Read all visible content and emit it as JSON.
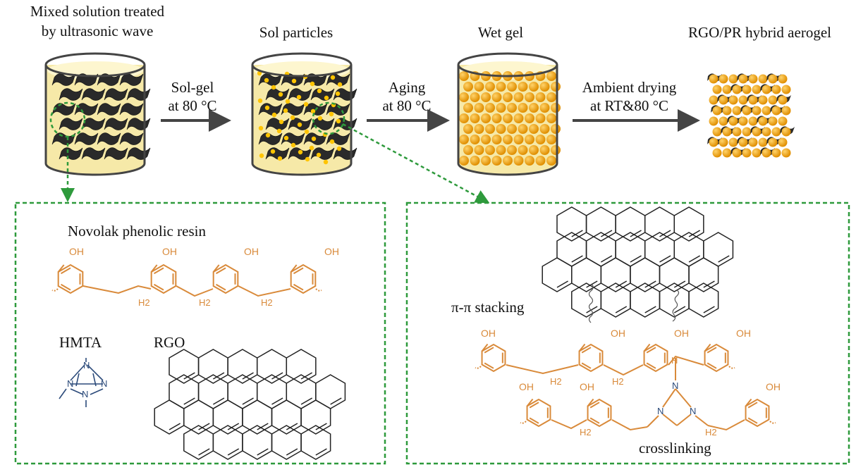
{
  "stages": {
    "stage1": {
      "line1": "Mixed solution treated",
      "line2": "by ultrasonic wave"
    },
    "stage2": {
      "label": "Sol particles"
    },
    "stage3": {
      "label": "Wet gel"
    },
    "stage4": {
      "label": "RGO/PR hybrid aerogel"
    }
  },
  "steps": {
    "step1": {
      "line1": "Sol-gel",
      "line2": "at 80 °C"
    },
    "step2": {
      "line1": "Aging",
      "line2": "at 80 °C"
    },
    "step3": {
      "line1": "Ambient drying",
      "line2": "at RT&80 °C"
    }
  },
  "left_panel": {
    "resin_title": "Novolak phenolic resin",
    "hmta_label": "HMTA",
    "rgo_label": "RGO",
    "oh": "OH",
    "h2": "H2",
    "n": "N"
  },
  "right_panel": {
    "stacking_label": "π-π stacking",
    "crosslinking_label": "crosslinking",
    "oh": "OH",
    "h2": "H2",
    "h": "H",
    "n": "N"
  },
  "colors": {
    "resin": "#d98a3a",
    "hmta": "#2b4a7a",
    "sheet": "#2a2a2a",
    "sol": "#f6e9a8",
    "particle": "#f2a516",
    "dash_box": "#2e9a3c",
    "arrow": "#444444"
  }
}
